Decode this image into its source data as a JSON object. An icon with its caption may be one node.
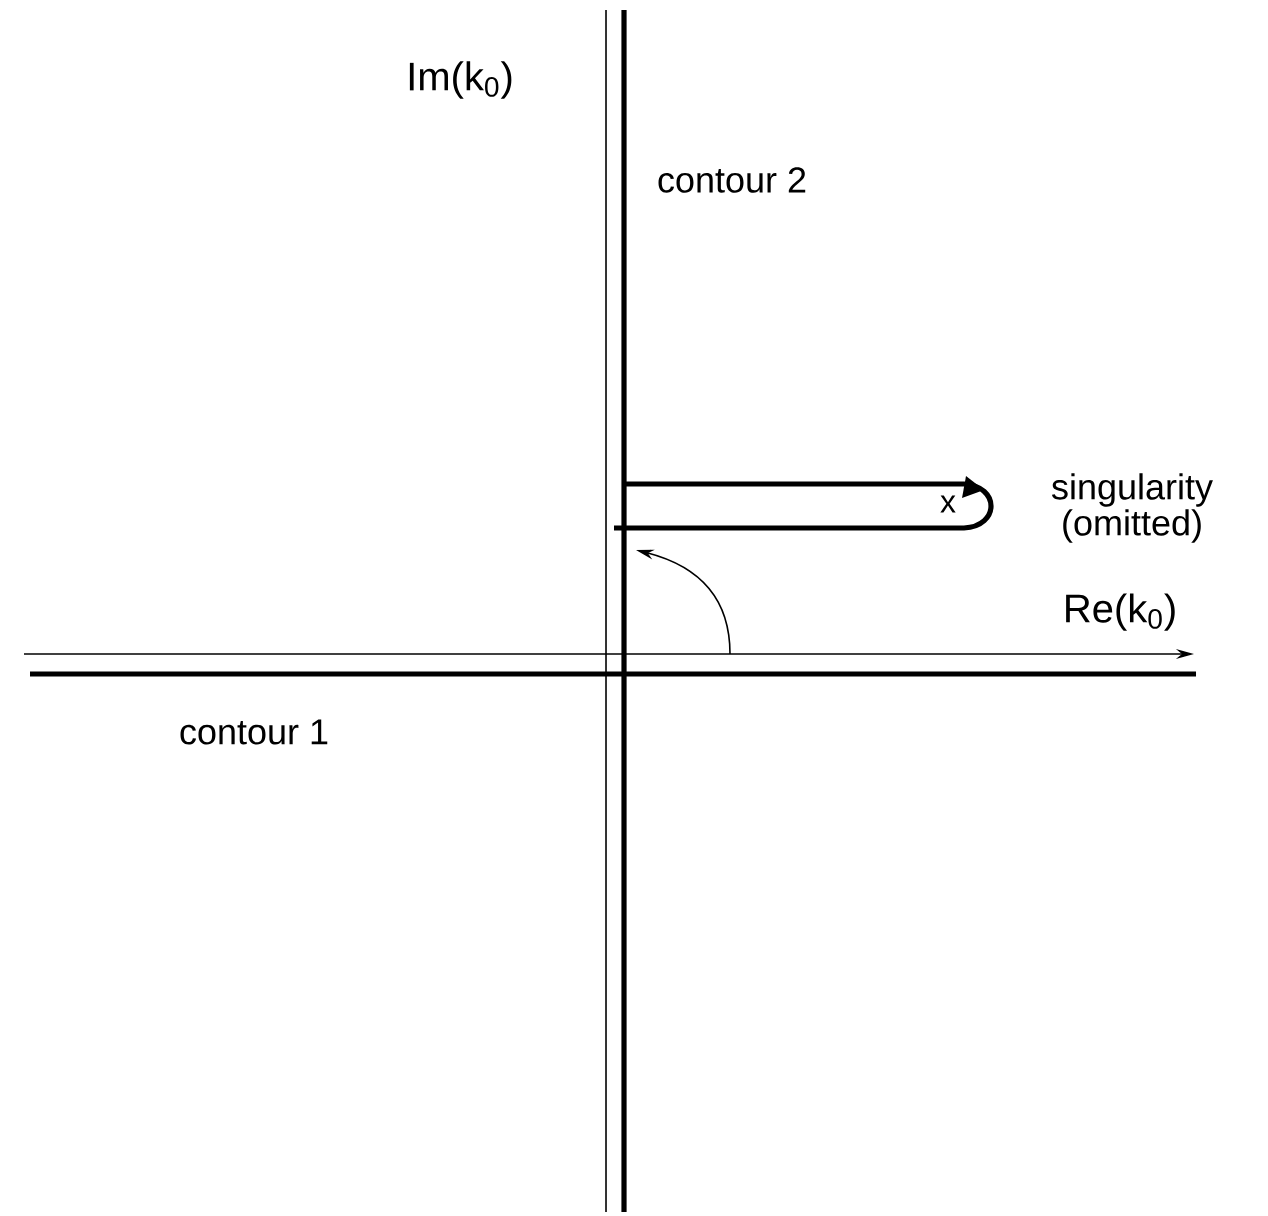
{
  "diagram": {
    "labels": [
      "Im(k$_{0}$)",
      "contour 2",
      "singularity (omitted)",
      "x",
      "Re(k$_{0}$)",
      "contour 1"
    ]
  }
}
